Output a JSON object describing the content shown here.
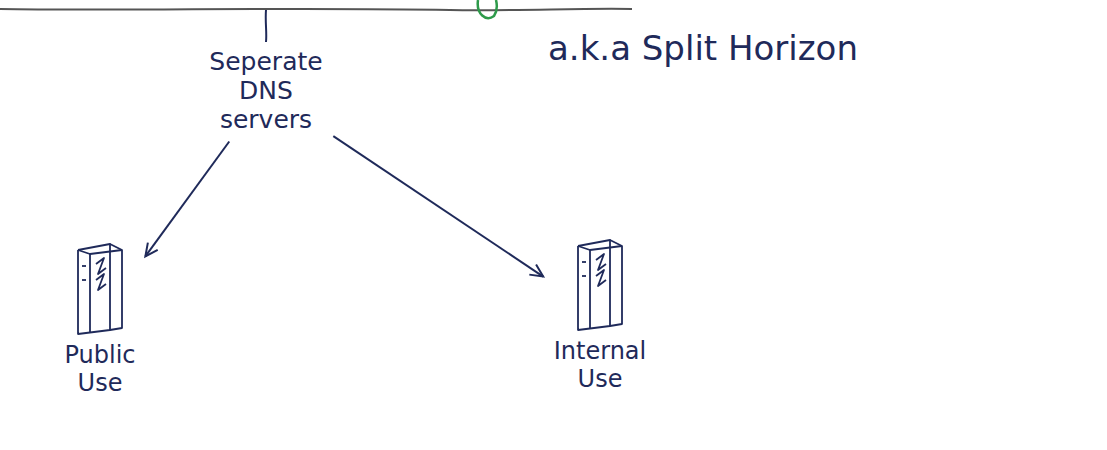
{
  "diagram": {
    "nodes": [
      {
        "text": [
          "Seperate DNS servers"
        ]
      },
      {
        "text": [
          "Public Use"
        ]
      },
      {
        "text": [
          "Internal Use"
        ]
      }
    ],
    "edges": [
      {
        "from": 0,
        "to": 1,
        "arrow": "to"
      },
      {
        "from": 0,
        "to": 2,
        "arrow": "to"
      }
    ],
    "labels": [
      "a.k.a Split Horizon"
    ]
  }
}
